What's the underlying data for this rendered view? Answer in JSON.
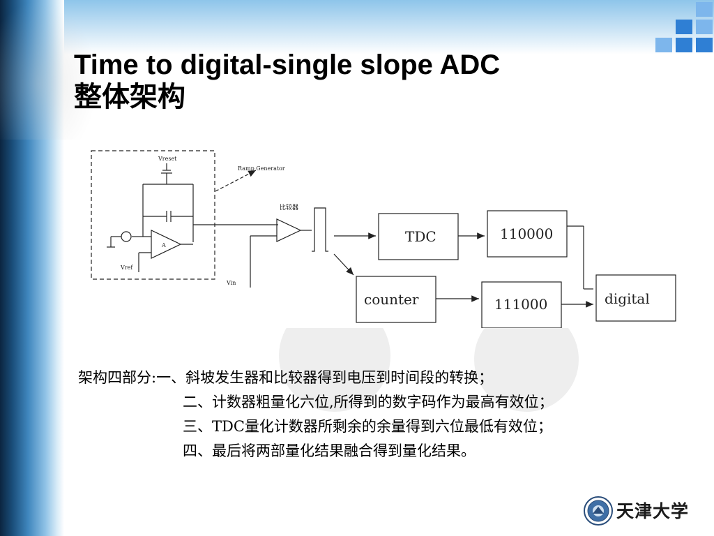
{
  "slide": {
    "title_line1": "Time to digital-single slope ADC",
    "title_line2": "整体架构"
  },
  "diagram": {
    "labels": {
      "vreset": "Vreset",
      "ramp_generator": "Ramp Generator",
      "comparator": "比较器",
      "vref": "Vref",
      "vin": "Vin",
      "amp": "A",
      "tdc": "TDC",
      "tdc_out": "110000",
      "counter": "counter",
      "counter_out": "111000",
      "digital": "digital"
    }
  },
  "body": {
    "line1": "架构四部分:一、斜坡发生器和比较器得到电压到时间段的转换；",
    "line2": "二、计数器粗量化六位,所得到的数字码作为最高有效位；",
    "line3": "三、TDC量化计数器所剩余的余量得到六位最低有效位；",
    "line4": "四、最后将两部量化结果融合得到量化结果。"
  },
  "logo": {
    "text": "天津大学"
  },
  "colors": {
    "accent_blue": "#2f7fd4",
    "accent_light_blue": "#7db6ec",
    "band_dark": "#0b2540"
  }
}
